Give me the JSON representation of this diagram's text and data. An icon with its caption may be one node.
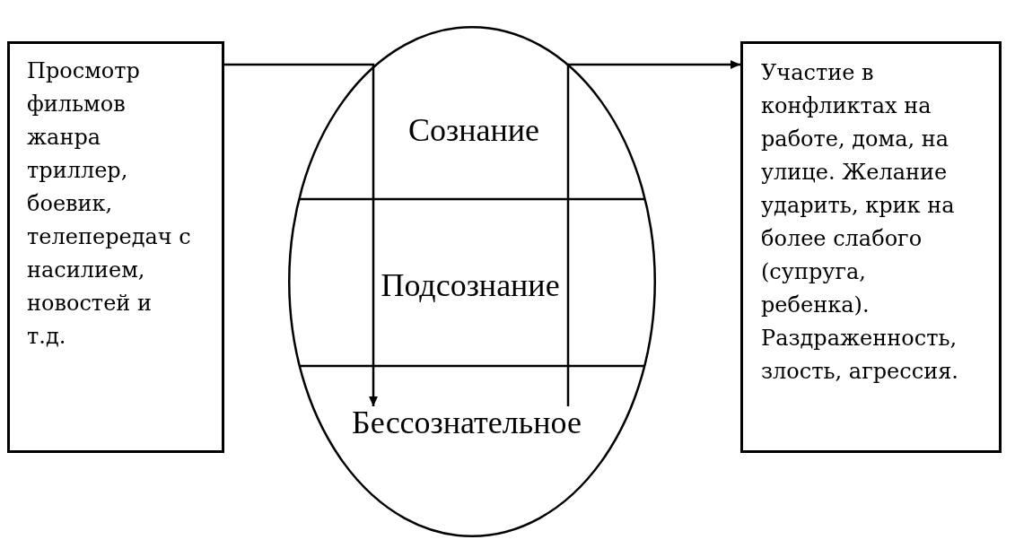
{
  "diagram": {
    "nodes": [
      {
        "text": [
          "Просмотр фильмов жанра триллер, боевик, телепередач с насилием, новостей и т.д."
        ]
      },
      {
        "text": [],
        "shape": "ellipse"
      },
      {
        "text": [
          "Сознание"
        ],
        "in": 1
      },
      {
        "text": [
          "Подсознание"
        ],
        "in": 1
      },
      {
        "text": [
          "Бессознательное"
        ],
        "in": 1
      },
      {
        "text": [
          "Участие в конфликтах на работе, дома, на улице. Желание ударить, крик на более слабого (супруга, ребенка). Раздраженность, злость, агрессия."
        ]
      }
    ],
    "edges": [
      {
        "from": 0,
        "to": 4,
        "arrow": "to"
      },
      {
        "from": 4,
        "to": 5,
        "arrow": "to"
      }
    ]
  }
}
